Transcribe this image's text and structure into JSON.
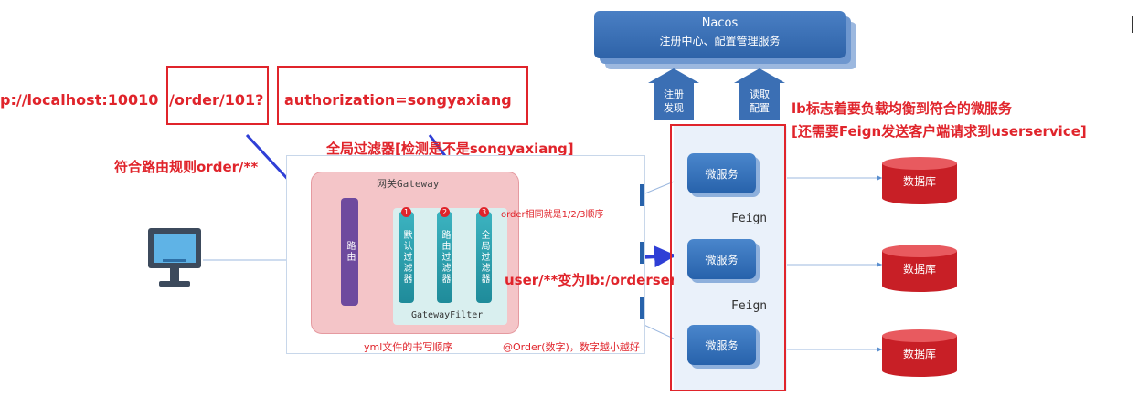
{
  "nacos": {
    "title": "Nacos",
    "subtitle": "注册中心、配置管理服务"
  },
  "nacos_actions": {
    "register": [
      "注册",
      "发现"
    ],
    "config": [
      "读取",
      "配置"
    ]
  },
  "annotations": {
    "url_part1": "p://localhost:10010",
    "url_part2": "/order/101?",
    "url_part3": "authorization=songyaxiang",
    "route_rule": "符合路由规则order/**",
    "global_filter": "全局过滤器[检测是不是songyaxiang]",
    "lb_line1": "lb标志着要负载均衡到符合的微服务",
    "lb_line2": "[还需要Feign发送客户端请求到userservice]",
    "rewrite": "user/**变为lb:/orderservice",
    "order_note": "order相同就是1/2/3顺序",
    "yml_note": "yml文件的书写顺序",
    "order_anno": "@Order(数字)，数字越小越好"
  },
  "gateway": {
    "label": "网关Gateway",
    "route": "路由",
    "filters": [
      {
        "badge": "1",
        "label": "默认过滤器"
      },
      {
        "badge": "2",
        "label": "路由过滤器"
      },
      {
        "badge": "3",
        "label": "全局过滤器"
      }
    ],
    "filter_group": "GatewayFilter"
  },
  "services": {
    "label": "微服务",
    "feign": "Feign"
  },
  "database": {
    "label": "数据库"
  },
  "colors": {
    "annotation_red": "#e0242b",
    "service_blue": "#2762ab",
    "database_red": "#c81f26",
    "route_purple": "#6e4a9e",
    "filter_teal": "#1f8b9a"
  }
}
